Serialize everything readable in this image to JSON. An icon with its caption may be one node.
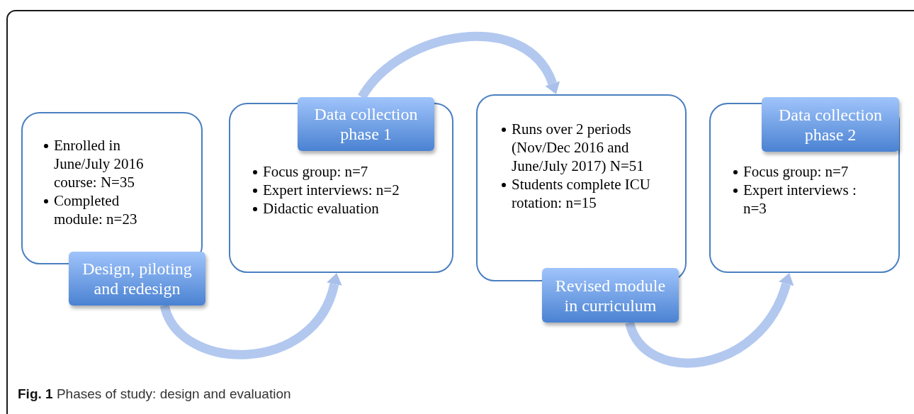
{
  "diagram": {
    "caption": "**Fig. 1** Phases of study: design and evaluation",
    "nodes": [
      {
        "text": [
          "Enrolled in June/July 2016 course: N=35",
          "Completed module: n=23"
        ]
      },
      {
        "text": [
          "Design, piloting and redesign"
        ]
      },
      {
        "text": [
          "Data collection phase 1"
        ]
      },
      {
        "text": [
          "Focus group: n=7",
          "Expert interviews: n=2",
          "Didactic evaluation"
        ]
      },
      {
        "text": [
          "Runs over 2 periods (Nov/Dec 2016 and June/July 2017) N=51",
          "Students complete ICU rotation: n=15"
        ]
      },
      {
        "text": [
          "Revised module in curriculum"
        ]
      },
      {
        "text": [
          "Data collection phase 2"
        ]
      },
      {
        "text": [
          "Focus group: n=7",
          "Expert interviews : n=3"
        ]
      }
    ],
    "edges": [
      {
        "from": 1,
        "to": 3,
        "arrow": "to"
      },
      {
        "from": 2,
        "to": 4,
        "arrow": "to"
      },
      {
        "from": 5,
        "to": 7,
        "arrow": "to"
      }
    ]
  }
}
